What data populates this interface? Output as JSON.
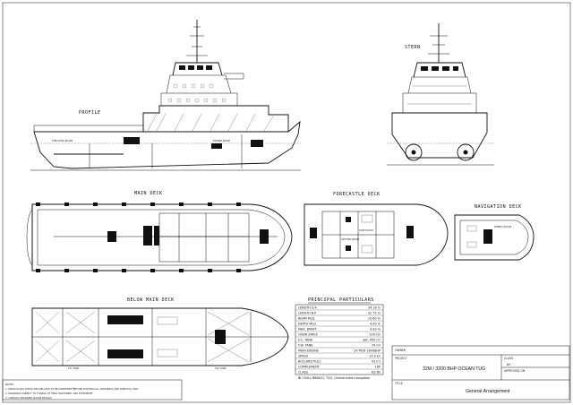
{
  "views": {
    "profile": "PROFILE",
    "stern": "STERN",
    "main_deck": "MAIN DECK",
    "forecastle_deck": "FORECASTLE DECK",
    "navigation_deck": "NAVIGATION DECK",
    "below_main_deck": "BELOW MAIN DECK"
  },
  "room_labels": {
    "thruster_room": "THRUSTER ROOM",
    "engine_room": "ENGINE ROOM",
    "wheel_house": "WHEEL HOUSE",
    "officer_room": "OFFICER ROOM",
    "capt_room": "CAPT ROOM",
    "fo_tank": "F.O. TANK",
    "fw_tank": "F.W. TANK"
  },
  "particulars": {
    "heading": "PRINCIPAL PARTICULARS",
    "rows": [
      {
        "label": "LENGTH O.A",
        "value": "34.18 m"
      },
      {
        "label": "LENGTH B.P",
        "value": "32.75 m"
      },
      {
        "label": "BEAM MLD.",
        "value": "10.60 m"
      },
      {
        "label": "DEPTH MLD.",
        "value": "4.90 m"
      },
      {
        "label": "MAX. DRAFT",
        "value": "4.00 m"
      },
      {
        "label": "CREW SPACE",
        "value": "100 sm"
      },
      {
        "label": "F.O. TANK",
        "value": "abt. 450 m³"
      },
      {
        "label": "F.W. TANK",
        "value": "79 m³"
      },
      {
        "label": "MAIN ENGINE",
        "value": "2X      MCR     1600BHP"
      },
      {
        "label": "SPEED",
        "value": "13.0 kn"
      },
      {
        "label": "BOLLARD PULL",
        "value": "42.0 t"
      },
      {
        "label": "COMPLEMENT",
        "value": "16P"
      },
      {
        "label": "CLASS",
        "value": "AS BV"
      }
    ],
    "class_notation": "✠ I HULL ✠MACH, TUG, Unrestricted navigation"
  },
  "title_block": {
    "owner_label": "OWNER",
    "project_label": "PROJECT",
    "project_title": "32M / 3200 BHP OCEAN TUG",
    "class_label": "CLASS",
    "class_value": "BV",
    "approval_label": "APPROVED ON",
    "title_label": "TITLE",
    "drawing_title": "General Arrangement"
  },
  "notes": [
    "NOTES:",
    "1. PARTICULARS CHECK AND RELATED TO BE CONFIRMED BEFORE BUILDING ALL DRAWINGS AND APPROVAL ONLY",
    "2. DRAWINGS SUBJECT TO CHANGE OF FINAL MACHINERY AND EQUIPMENT",
    "3. CONTACT DESIGNER ADVISE DETAILS"
  ]
}
